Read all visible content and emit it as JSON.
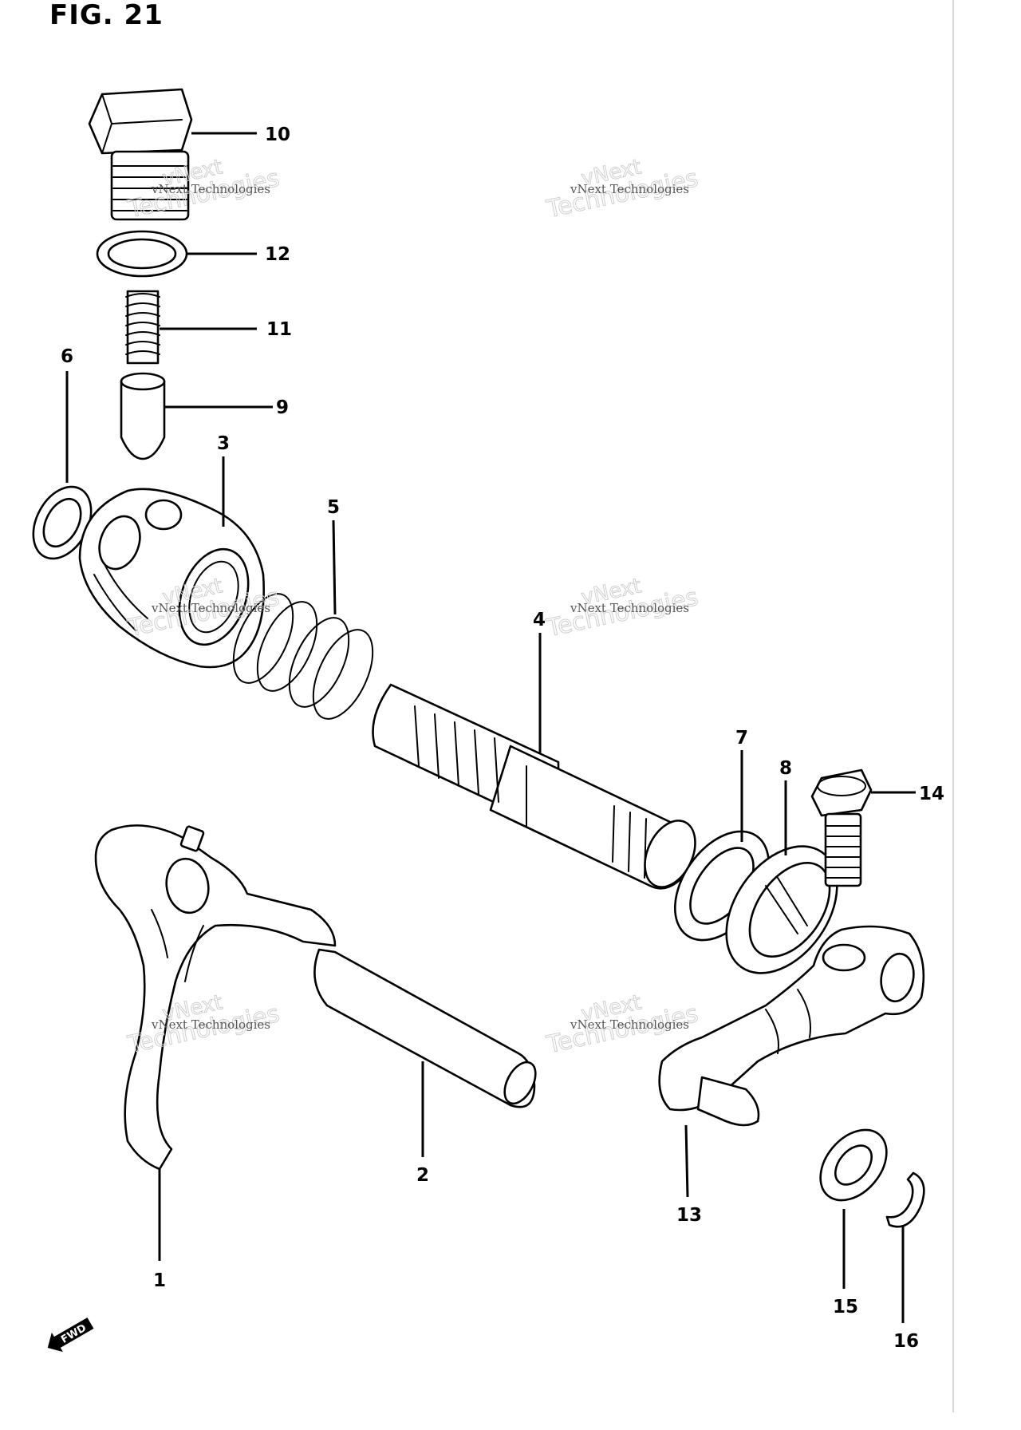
{
  "figure": {
    "title": "FIG. 21"
  },
  "watermark": {
    "line1": "vNext",
    "line2": "Technologies",
    "small": "vNext Technologies"
  },
  "direction_arrow": {
    "label": "FWD"
  },
  "callouts": [
    {
      "id": "1",
      "label": "1"
    },
    {
      "id": "2",
      "label": "2"
    },
    {
      "id": "3",
      "label": "3"
    },
    {
      "id": "4",
      "label": "4"
    },
    {
      "id": "5",
      "label": "5"
    },
    {
      "id": "6",
      "label": "6"
    },
    {
      "id": "7",
      "label": "7"
    },
    {
      "id": "8",
      "label": "8"
    },
    {
      "id": "9",
      "label": "9"
    },
    {
      "id": "10",
      "label": "10"
    },
    {
      "id": "11",
      "label": "11"
    },
    {
      "id": "12",
      "label": "12"
    },
    {
      "id": "13",
      "label": "13"
    },
    {
      "id": "14",
      "label": "14"
    },
    {
      "id": "15",
      "label": "15"
    },
    {
      "id": "16",
      "label": "16"
    }
  ]
}
